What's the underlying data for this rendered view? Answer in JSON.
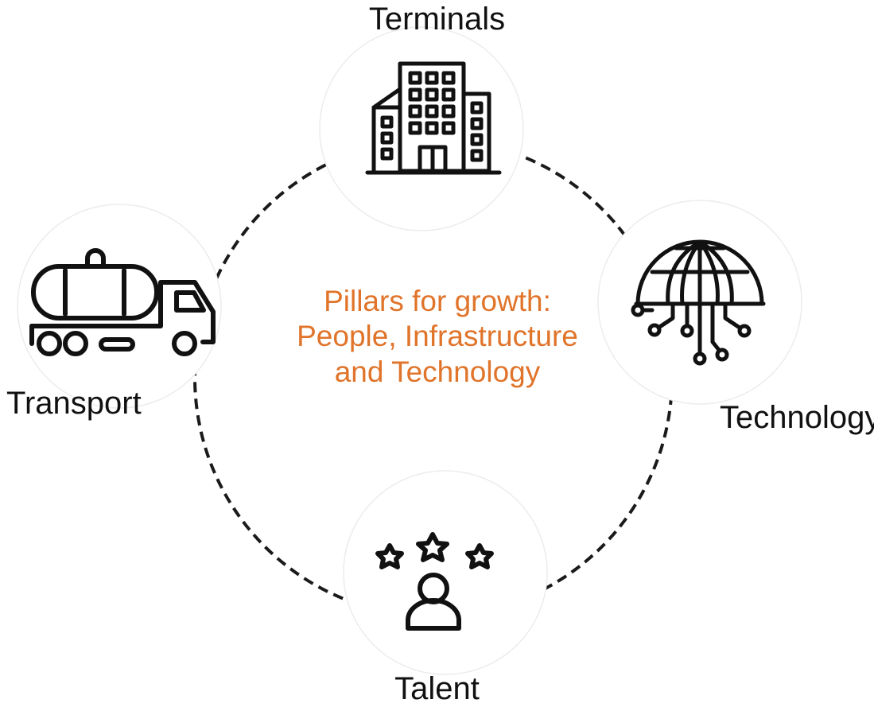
{
  "center": {
    "lines": [
      "Pillars for growth:",
      "People, Infrastructure",
      "and Technology"
    ],
    "color": "#e0742a"
  },
  "nodes": {
    "terminals": {
      "label": "Terminals",
      "icon": "office-building-icon"
    },
    "technology": {
      "label": "Technology",
      "icon": "circuit-globe-icon"
    },
    "talent": {
      "label": "Talent",
      "icon": "person-with-stars-icon"
    },
    "transport": {
      "label": "Transport",
      "icon": "tanker-truck-icon"
    }
  },
  "connector": {
    "style": "dashed circle",
    "color": "#1a1a1a"
  }
}
